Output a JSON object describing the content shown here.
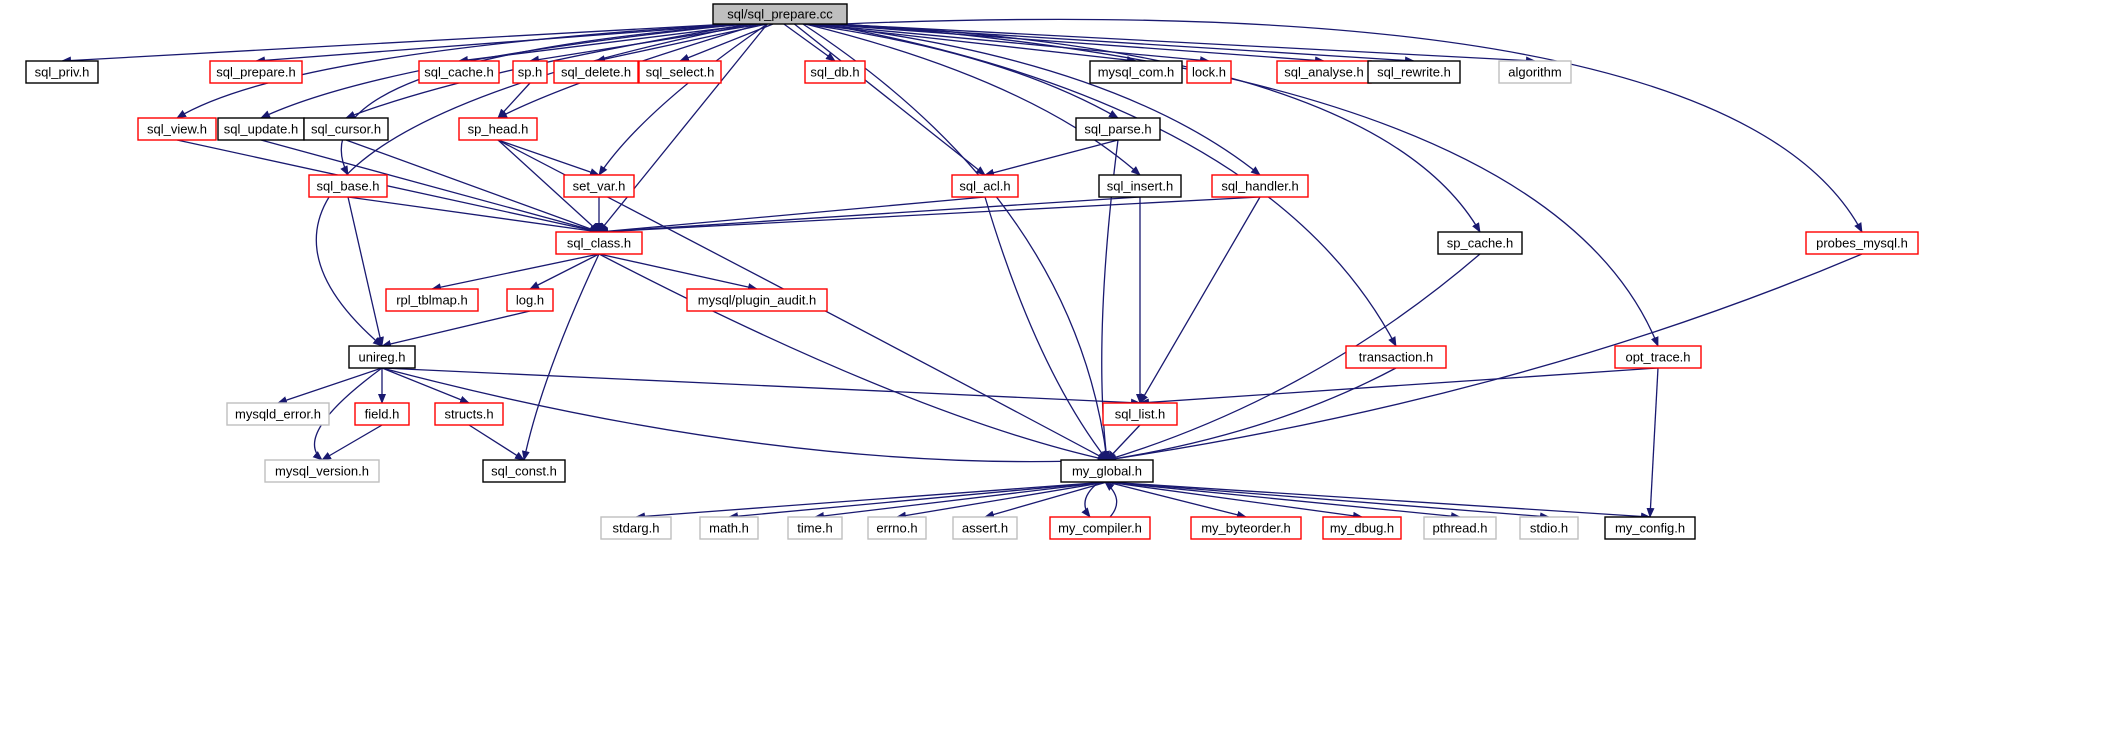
{
  "diagram": {
    "type": "include-dependency-graph",
    "root": "sql/sql_prepare.cc",
    "legend_colors": {
      "root_fill": "#bfbfbf",
      "documented": "#000000",
      "truncated": "#ff0000",
      "external": "#bfbfbf",
      "edge": "#191970"
    },
    "nodes": [
      {
        "id": "root",
        "label": "sql/sql_prepare.cc",
        "style": "root"
      },
      {
        "id": "sql_priv",
        "label": "sql_priv.h",
        "style": "documented"
      },
      {
        "id": "sql_prepare",
        "label": "sql_prepare.h",
        "style": "truncated"
      },
      {
        "id": "sql_cache",
        "label": "sql_cache.h",
        "style": "truncated"
      },
      {
        "id": "sp",
        "label": "sp.h",
        "style": "truncated"
      },
      {
        "id": "sql_delete",
        "label": "sql_delete.h",
        "style": "truncated"
      },
      {
        "id": "sql_select",
        "label": "sql_select.h",
        "style": "truncated"
      },
      {
        "id": "sql_db",
        "label": "sql_db.h",
        "style": "truncated"
      },
      {
        "id": "mysql_com",
        "label": "mysql_com.h",
        "style": "documented"
      },
      {
        "id": "lock",
        "label": "lock.h",
        "style": "truncated"
      },
      {
        "id": "sql_analyse",
        "label": "sql_analyse.h",
        "style": "truncated"
      },
      {
        "id": "sql_rewrite",
        "label": "sql_rewrite.h",
        "style": "documented"
      },
      {
        "id": "algorithm",
        "label": "algorithm",
        "style": "external"
      },
      {
        "id": "sql_view",
        "label": "sql_view.h",
        "style": "truncated"
      },
      {
        "id": "sql_update",
        "label": "sql_update.h",
        "style": "documented"
      },
      {
        "id": "sql_cursor",
        "label": "sql_cursor.h",
        "style": "documented"
      },
      {
        "id": "sp_head",
        "label": "sp_head.h",
        "style": "truncated"
      },
      {
        "id": "sql_parse",
        "label": "sql_parse.h",
        "style": "documented"
      },
      {
        "id": "sql_base",
        "label": "sql_base.h",
        "style": "truncated"
      },
      {
        "id": "set_var",
        "label": "set_var.h",
        "style": "truncated"
      },
      {
        "id": "sql_acl",
        "label": "sql_acl.h",
        "style": "truncated"
      },
      {
        "id": "sql_insert",
        "label": "sql_insert.h",
        "style": "documented"
      },
      {
        "id": "sql_handler",
        "label": "sql_handler.h",
        "style": "truncated"
      },
      {
        "id": "sql_class",
        "label": "sql_class.h",
        "style": "truncated"
      },
      {
        "id": "sp_cache",
        "label": "sp_cache.h",
        "style": "documented"
      },
      {
        "id": "probes_mysql",
        "label": "probes_mysql.h",
        "style": "truncated"
      },
      {
        "id": "rpl_tblmap",
        "label": "rpl_tblmap.h",
        "style": "truncated"
      },
      {
        "id": "log",
        "label": "log.h",
        "style": "truncated"
      },
      {
        "id": "plugin_audit",
        "label": "mysql/plugin_audit.h",
        "style": "truncated"
      },
      {
        "id": "unireg",
        "label": "unireg.h",
        "style": "documented"
      },
      {
        "id": "transaction",
        "label": "transaction.h",
        "style": "truncated"
      },
      {
        "id": "opt_trace",
        "label": "opt_trace.h",
        "style": "truncated"
      },
      {
        "id": "mysqld_error",
        "label": "mysqld_error.h",
        "style": "external"
      },
      {
        "id": "field",
        "label": "field.h",
        "style": "truncated"
      },
      {
        "id": "structs",
        "label": "structs.h",
        "style": "truncated"
      },
      {
        "id": "sql_list",
        "label": "sql_list.h",
        "style": "truncated"
      },
      {
        "id": "mysql_version",
        "label": "mysql_version.h",
        "style": "external"
      },
      {
        "id": "sql_const",
        "label": "sql_const.h",
        "style": "documented"
      },
      {
        "id": "my_global",
        "label": "my_global.h",
        "style": "documented"
      },
      {
        "id": "stdarg",
        "label": "stdarg.h",
        "style": "external"
      },
      {
        "id": "math",
        "label": "math.h",
        "style": "external"
      },
      {
        "id": "time",
        "label": "time.h",
        "style": "external"
      },
      {
        "id": "errno",
        "label": "errno.h",
        "style": "external"
      },
      {
        "id": "assert",
        "label": "assert.h",
        "style": "external"
      },
      {
        "id": "my_compiler",
        "label": "my_compiler.h",
        "style": "truncated"
      },
      {
        "id": "my_byteorder",
        "label": "my_byteorder.h",
        "style": "truncated"
      },
      {
        "id": "my_dbug",
        "label": "my_dbug.h",
        "style": "truncated"
      },
      {
        "id": "pthread",
        "label": "pthread.h",
        "style": "external"
      },
      {
        "id": "stdio",
        "label": "stdio.h",
        "style": "external"
      },
      {
        "id": "my_config",
        "label": "my_config.h",
        "style": "documented"
      }
    ],
    "edges": [
      [
        "root",
        "sql_priv"
      ],
      [
        "root",
        "sql_prepare"
      ],
      [
        "root",
        "sql_cache"
      ],
      [
        "root",
        "sp"
      ],
      [
        "root",
        "sql_delete"
      ],
      [
        "root",
        "sql_select"
      ],
      [
        "root",
        "sql_db"
      ],
      [
        "root",
        "mysql_com"
      ],
      [
        "root",
        "lock"
      ],
      [
        "root",
        "sql_analyse"
      ],
      [
        "root",
        "sql_rewrite"
      ],
      [
        "root",
        "algorithm"
      ],
      [
        "root",
        "unireg"
      ],
      [
        "root",
        "sql_base"
      ],
      [
        "root",
        "sql_view"
      ],
      [
        "root",
        "sql_update"
      ],
      [
        "root",
        "sql_cursor"
      ],
      [
        "root",
        "sp_head"
      ],
      [
        "root",
        "set_var"
      ],
      [
        "root",
        "sql_class"
      ],
      [
        "root",
        "sql_acl"
      ],
      [
        "root",
        "sql_parse"
      ],
      [
        "root",
        "sql_insert"
      ],
      [
        "root",
        "sql_handler"
      ],
      [
        "root",
        "my_global"
      ],
      [
        "root",
        "transaction"
      ],
      [
        "root",
        "sp_cache"
      ],
      [
        "root",
        "opt_trace"
      ],
      [
        "root",
        "probes_mysql"
      ],
      [
        "sp",
        "sp_head"
      ],
      [
        "sp_head",
        "set_var"
      ],
      [
        "sp_head",
        "sql_class"
      ],
      [
        "sp_head",
        "my_global"
      ],
      [
        "sql_view",
        "sql_class"
      ],
      [
        "sql_update",
        "sql_class"
      ],
      [
        "sql_cursor",
        "sql_class"
      ],
      [
        "sql_base",
        "sql_class"
      ],
      [
        "sql_base",
        "unireg"
      ],
      [
        "set_var",
        "sql_class"
      ],
      [
        "sql_parse",
        "sql_acl"
      ],
      [
        "sql_parse",
        "my_global"
      ],
      [
        "sql_acl",
        "sql_class"
      ],
      [
        "sql_acl",
        "my_global"
      ],
      [
        "sql_insert",
        "sql_class"
      ],
      [
        "sql_insert",
        "sql_list"
      ],
      [
        "sql_handler",
        "sql_class"
      ],
      [
        "sql_handler",
        "sql_list"
      ],
      [
        "sql_class",
        "rpl_tblmap"
      ],
      [
        "sql_class",
        "log"
      ],
      [
        "sql_class",
        "plugin_audit"
      ],
      [
        "sql_class",
        "sql_const"
      ],
      [
        "sql_class",
        "my_global"
      ],
      [
        "log",
        "unireg"
      ],
      [
        "unireg",
        "mysql_version"
      ],
      [
        "unireg",
        "mysqld_error"
      ],
      [
        "unireg",
        "field"
      ],
      [
        "unireg",
        "structs"
      ],
      [
        "unireg",
        "sql_list"
      ],
      [
        "unireg",
        "my_global"
      ],
      [
        "field",
        "mysql_version"
      ],
      [
        "structs",
        "sql_const"
      ],
      [
        "sql_list",
        "my_global"
      ],
      [
        "transaction",
        "my_global"
      ],
      [
        "sp_cache",
        "my_global"
      ],
      [
        "opt_trace",
        "sql_list"
      ],
      [
        "opt_trace",
        "my_config"
      ],
      [
        "probes_mysql",
        "my_global"
      ],
      [
        "my_global",
        "stdarg"
      ],
      [
        "my_global",
        "math"
      ],
      [
        "my_global",
        "time"
      ],
      [
        "my_global",
        "errno"
      ],
      [
        "my_global",
        "assert"
      ],
      [
        "my_global",
        "my_compiler"
      ],
      [
        "my_global",
        "my_byteorder"
      ],
      [
        "my_global",
        "my_dbug"
      ],
      [
        "my_global",
        "pthread"
      ],
      [
        "my_global",
        "stdio"
      ],
      [
        "my_global",
        "my_config"
      ],
      [
        "my_compiler",
        "my_global"
      ]
    ]
  }
}
